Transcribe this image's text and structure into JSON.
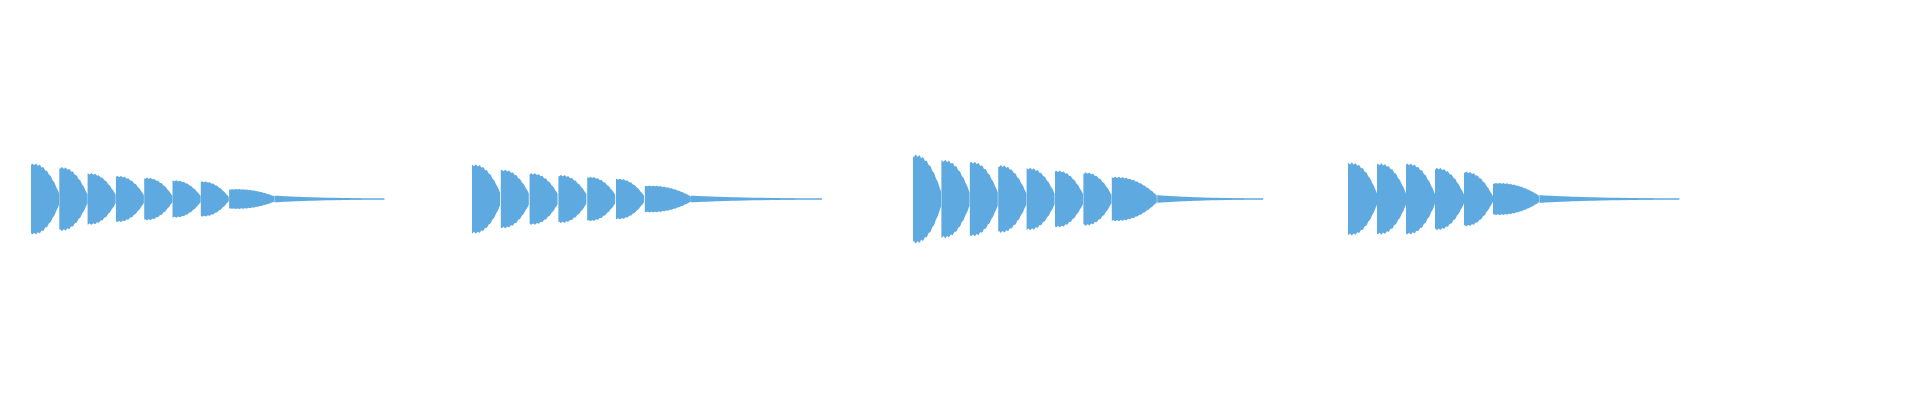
{
  "color": "#5DA9E0",
  "waveforms": [
    {
      "peaks": [
        0.8,
        0.72,
        0.58,
        0.52,
        0.48,
        0.42,
        0.4,
        0.22
      ],
      "tail": 0.06
    },
    {
      "peaks": [
        0.78,
        0.66,
        0.58,
        0.54,
        0.5,
        0.46,
        0.3
      ],
      "tail": 0.06
    },
    {
      "peaks": [
        1.0,
        0.88,
        0.84,
        0.76,
        0.7,
        0.64,
        0.6,
        0.5
      ],
      "tail": 0.07
    },
    {
      "peaks": [
        0.82,
        0.8,
        0.8,
        0.7,
        0.62,
        0.36
      ],
      "tail": 0.07
    }
  ]
}
